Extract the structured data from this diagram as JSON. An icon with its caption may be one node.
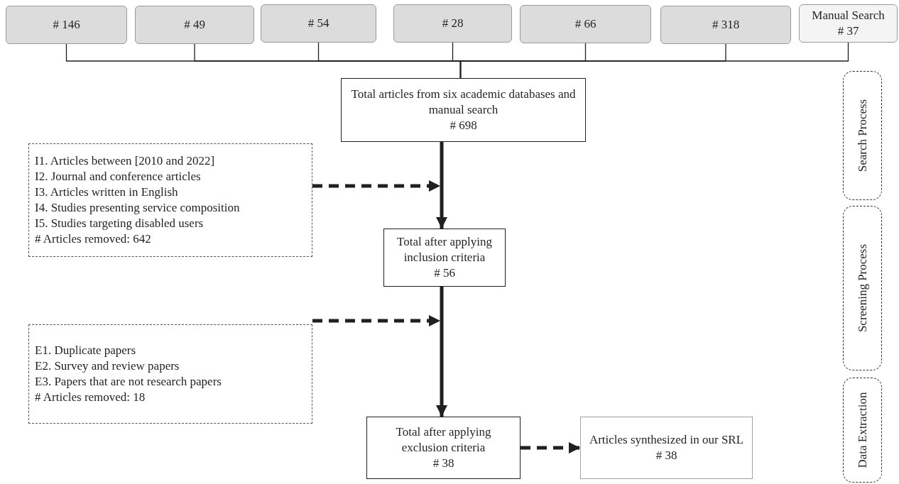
{
  "diagram": {
    "nodes": [
      {
        "text": [
          "# 146"
        ]
      },
      {
        "text": [
          "# 49"
        ]
      },
      {
        "text": [
          "# 54"
        ]
      },
      {
        "text": [
          "# 28"
        ]
      },
      {
        "text": [
          "# 66"
        ]
      },
      {
        "text": [
          "# 318"
        ]
      },
      {
        "text": [
          "Manual Search",
          "# 37"
        ]
      },
      {
        "text": [
          "Total articles from six academic databases and manual search",
          "# 698"
        ]
      },
      {
        "text": [
          "I1. Articles between [2010 and 2022]",
          "I2. Journal and conference articles",
          "I3. Articles written in English",
          "I4. Studies presenting service composition",
          "I5. Studies targeting disabled users",
          "# Articles removed: 642"
        ]
      },
      {
        "text": [
          "Total after applying inclusion criteria",
          "# 56"
        ]
      },
      {
        "text": [
          "E1. Duplicate papers",
          "E2. Survey and review papers",
          "E3. Papers that are not research papers",
          "# Articles removed: 18"
        ]
      },
      {
        "text": [
          "Total after applying exclusion criteria",
          "# 38"
        ]
      },
      {
        "text": [
          "Articles synthesized in our SRL",
          "# 38"
        ]
      },
      {
        "text": [
          "Search Process"
        ]
      },
      {
        "text": [
          "Screening Process"
        ]
      },
      {
        "text": [
          "Data Extraction"
        ]
      }
    ],
    "edges": [
      {
        "from": 0,
        "to": 7,
        "arrow": "none"
      },
      {
        "from": 1,
        "to": 7,
        "arrow": "none"
      },
      {
        "from": 2,
        "to": 7,
        "arrow": "none"
      },
      {
        "from": 3,
        "to": 7,
        "arrow": "none"
      },
      {
        "from": 4,
        "to": 7,
        "arrow": "none"
      },
      {
        "from": 5,
        "to": 7,
        "arrow": "none"
      },
      {
        "from": 6,
        "to": 7,
        "arrow": "none"
      },
      {
        "from": 7,
        "to": 9,
        "arrow": "to",
        "style": "thick"
      },
      {
        "from": 8,
        "to": null,
        "arrow": "to",
        "style": "dashed"
      },
      {
        "from": 9,
        "to": 11,
        "arrow": "to",
        "style": "thick"
      },
      {
        "from": 10,
        "to": null,
        "arrow": "to",
        "style": "dashed"
      },
      {
        "from": 11,
        "to": 12,
        "arrow": "to",
        "style": "dashed"
      }
    ]
  }
}
